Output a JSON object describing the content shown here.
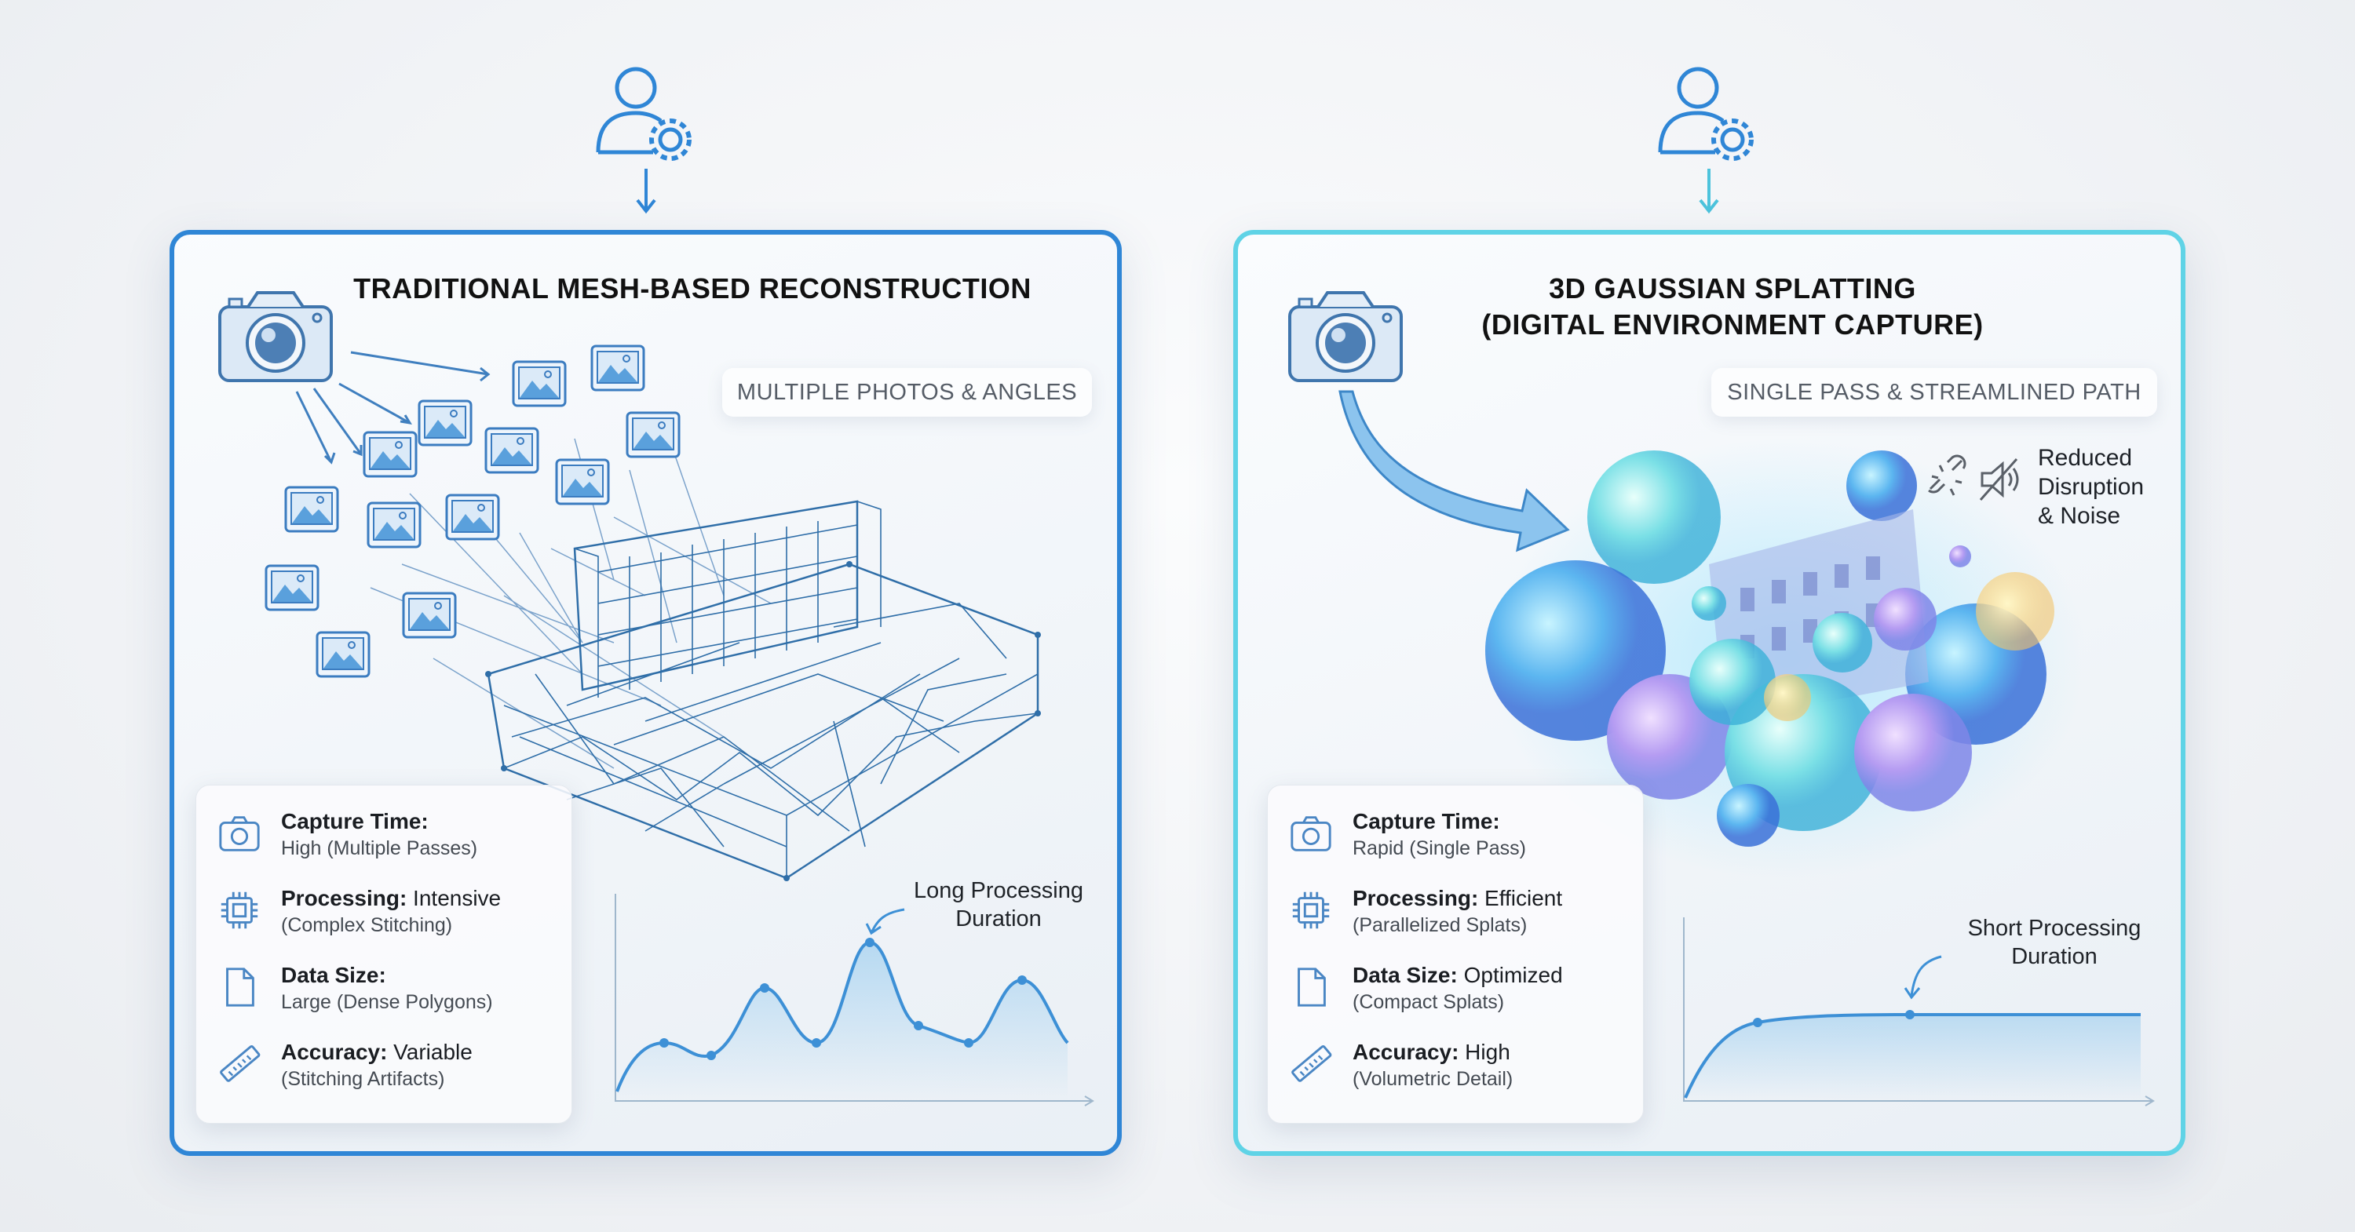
{
  "left": {
    "title": "TRADITIONAL MESH-BASED RECONSTRUCTION",
    "pill": "MULTIPLE PHOTOS & ANGLES",
    "stats": [
      {
        "label": "Capture Time:",
        "value": "",
        "detail": "High (Multiple Passes)",
        "icon": "camera-icon"
      },
      {
        "label": "Processing:",
        "value": " Intensive",
        "detail": "(Complex Stitching)",
        "icon": "cpu-chip-icon"
      },
      {
        "label": "Data Size:",
        "value": "",
        "detail": "Large (Dense Polygons)",
        "icon": "file-icon"
      },
      {
        "label": "Accuracy:",
        "value": " Variable",
        "detail": "(Stitching Artifacts)",
        "icon": "ruler-icon"
      }
    ],
    "chart_label_1": "Long Processing",
    "chart_label_2": "Duration"
  },
  "right": {
    "title_1": "3D GAUSSIAN SPLATTING",
    "title_2": "(DIGITAL ENVIRONMENT CAPTURE)",
    "pill": "SINGLE PASS & STREAMLINED PATH",
    "reduced_1": "Reduced",
    "reduced_2": "Disruption",
    "reduced_3": "& Noise",
    "stats": [
      {
        "label": "Capture Time:",
        "value": "",
        "detail": "Rapid (Single Pass)",
        "icon": "camera-icon"
      },
      {
        "label": "Processing:",
        "value": " Efficient",
        "detail": "(Parallelized Splats)",
        "icon": "cpu-chip-icon"
      },
      {
        "label": "Data Size:",
        "value": " Optimized",
        "detail": "(Compact Splats)",
        "icon": "file-icon"
      },
      {
        "label": "Accuracy:",
        "value": " High",
        "detail": "(Volumetric Detail)",
        "icon": "ruler-icon"
      }
    ],
    "chart_label_1": "Short Processing",
    "chart_label_2": "Duration"
  },
  "colors": {
    "left_border": "#2f86d6",
    "right_border": "#5fd3e6",
    "accent": "#3a8fd8"
  }
}
